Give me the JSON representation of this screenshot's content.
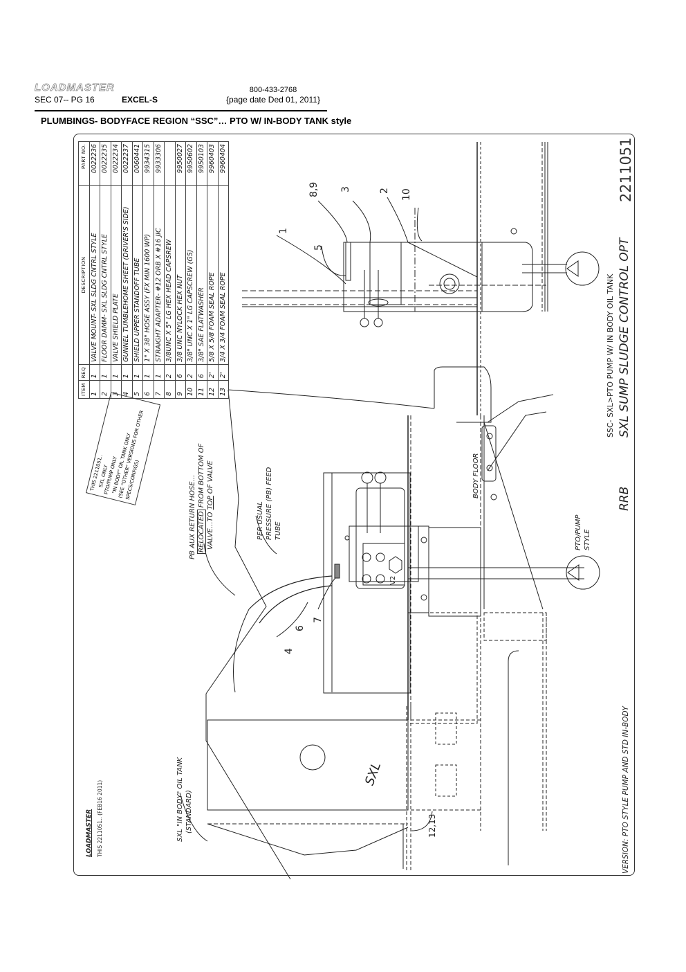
{
  "header": {
    "logo": "LOADMASTER",
    "section": "SEC 07-- PG 16",
    "model": "EXCEL-S",
    "phone": "800-433-2768",
    "page_date": "{page date Ded 01, 2011}",
    "title": "PLUMBINGS- BODYFACE REGION “SSC”… PTO W/ IN-BODY TANK style"
  },
  "bom": {
    "headers": {
      "item": "ITEM",
      "req": "REQ",
      "description": "DESCRIPTION",
      "part_no": "PART NO."
    },
    "rows": [
      {
        "item": "1",
        "req": "1",
        "description": "VALVE MOUNT- SXL SLDG CNTRL STYLE",
        "part_no": "0022236"
      },
      {
        "item": "2",
        "req": "1",
        "description": "FLOOR DAMM- SXL SLDG CNTRL STYLE",
        "part_no": "0022235"
      },
      {
        "item": "3",
        "req": "1",
        "description": "VALVE SHIELD PLATE",
        "part_no": "0022234"
      },
      {
        "item": "4",
        "req": "1",
        "description": "GUNNEL TUMBLEHOME SHEET (DRIVER'S SIDE)",
        "part_no": "0022237"
      },
      {
        "item": "5",
        "req": "1",
        "description": "SHIELD UPPER STANDOFF TUBE",
        "part_no": "0060441"
      },
      {
        "item": "6",
        "req": "1",
        "description": "1\" X 38\" HOSE ASSY (FX MIN 1600 WP)",
        "part_no": "9934315"
      },
      {
        "item": "7",
        "req": "1",
        "description": "STRAIGHT ADAPTER- #12 ORB X #16 JIC",
        "part_no": "9933306"
      },
      {
        "item": "8",
        "req": "2",
        "description": "3/8UNC X 5\" LG HEX HEAD CAPSREW",
        "part_no": ""
      },
      {
        "item": "9",
        "req": "6",
        "description": "3/8 UNC NYLOCK HEX NUT",
        "part_no": "9950027"
      },
      {
        "item": "10",
        "req": "2",
        "description": "3/8\" UNC X 1\" LG CAPSCREW (G5)",
        "part_no": "9950602"
      },
      {
        "item": "11",
        "req": "6",
        "description": "3/8\" SAE FLATWASHER",
        "part_no": "9950103"
      },
      {
        "item": "12",
        "req": "2'",
        "description": "5/8 X 5/8 FOAM SEAL ROPE",
        "part_no": "9960403"
      },
      {
        "item": "13",
        "req": "2'",
        "description": "3/4 X 3/4 FOAM SEAL ROPE",
        "part_no": "9960404"
      }
    ]
  },
  "notes": {
    "scope_note": [
      "THIS 2211051..",
      "SXL ONLY",
      "PTO/PUMP ONLY",
      "\"IN BODY\" OIL TANK ONLY",
      "(SEE \"OTHER\" VERSIONS FOR OTHER",
      "SPECS/CONFIGS)"
    ],
    "return_hose": {
      "line1": "PB AUX RETURN HOSE...",
      "relocated": "RELOCATED",
      "line2_rest": " FROM BOTTOM OF",
      "line3_a": "VALVE...TO ",
      "line3_top": "TOP",
      "line3_b": " OF VALVE"
    },
    "pressure_feed": [
      "PER USUAL",
      "PRESSURE (PB) FEED",
      "TUBE"
    ],
    "body_floor": "BODY FLOOR",
    "pto_pump": [
      "PTO/PUMP",
      "STYLE"
    ],
    "oil_tank": [
      "SXL \"IN BODY\" OIL TANK",
      "(STANDARD)"
    ],
    "sxl_label": "SXL",
    "valve_label": "V2",
    "logo_stamp": "LOADMASTER",
    "stamp_text": "THIS 2211051.. (FEB16 2011)"
  },
  "callouts": [
    "1",
    "2",
    "3",
    "4",
    "5",
    "6",
    "7",
    "8,9",
    "10",
    "12,13"
  ],
  "title_block": {
    "drawing_number": "2211051",
    "subtitle": "SSC- SXL>PTO PUMP W/ IN BODY OIL TANK",
    "title": "SXL SUMP SLUDGE CONTROL OPT",
    "drawn_by": "RRB",
    "version": "VERSION: PTO STYLE PUMP AND STD IN-BODY"
  }
}
